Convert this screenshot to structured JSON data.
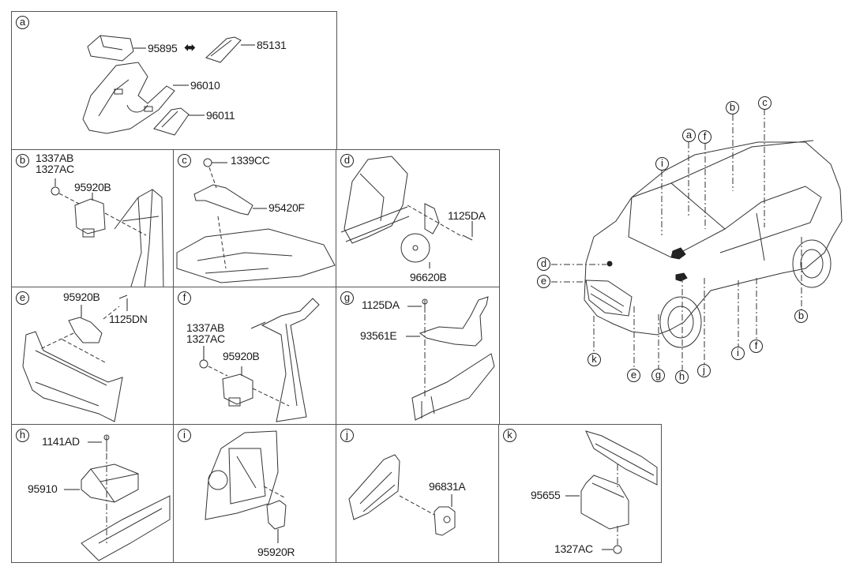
{
  "diagram": {
    "panels": [
      {
        "id": "a",
        "badge": "a",
        "labels": [
          "95895",
          "85131",
          "96010",
          "96011"
        ],
        "interchange_icon": "double-arrow-icon"
      },
      {
        "id": "b",
        "badge": "b",
        "labels": [
          "1337AB",
          "1327AC",
          "95920B"
        ]
      },
      {
        "id": "c",
        "badge": "c",
        "labels": [
          "1339CC",
          "95420F"
        ]
      },
      {
        "id": "d",
        "badge": "d",
        "labels": [
          "1125DA",
          "96620B"
        ]
      },
      {
        "id": "e",
        "badge": "e",
        "labels": [
          "95920B",
          "1125DN"
        ]
      },
      {
        "id": "f",
        "badge": "f",
        "labels": [
          "1337AB",
          "1327AC",
          "95920B"
        ]
      },
      {
        "id": "g",
        "badge": "g",
        "labels": [
          "1125DA",
          "93561E"
        ]
      },
      {
        "id": "h",
        "badge": "h",
        "labels": [
          "1141AD",
          "95910"
        ]
      },
      {
        "id": "i",
        "badge": "i",
        "labels": [
          "95920R"
        ]
      },
      {
        "id": "j",
        "badge": "j",
        "labels": [
          "96831A"
        ]
      },
      {
        "id": "k",
        "badge": "k",
        "labels": [
          "95655",
          "1327AC"
        ]
      }
    ],
    "vehicle_callouts": [
      "a",
      "b",
      "c",
      "d",
      "e",
      "f",
      "i",
      "b",
      "e",
      "f",
      "g",
      "h",
      "i",
      "j",
      "k"
    ]
  }
}
